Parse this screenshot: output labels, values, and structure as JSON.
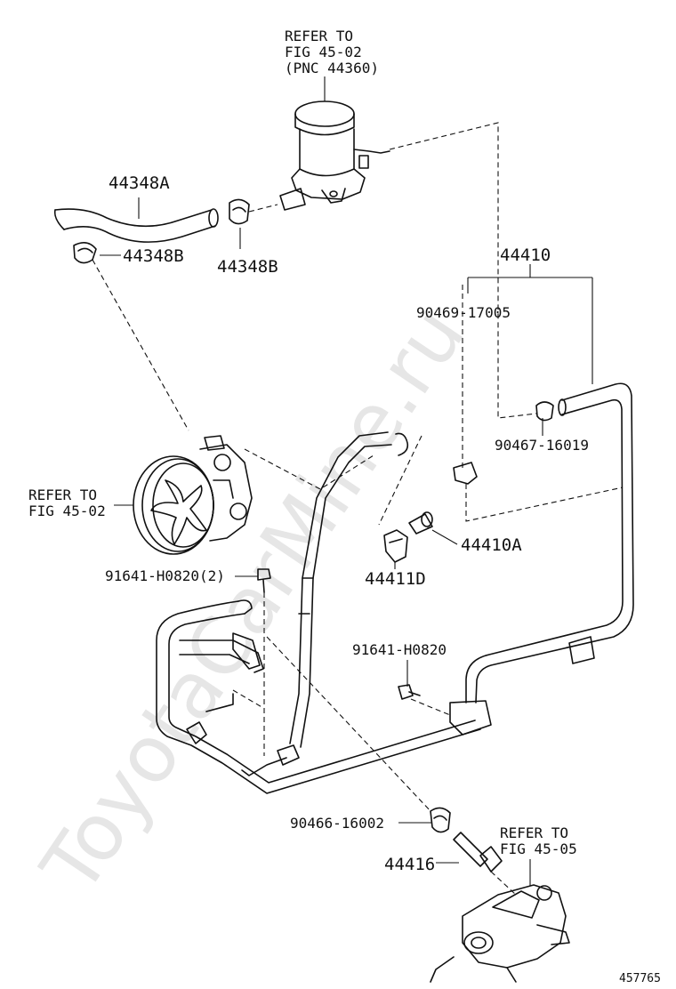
{
  "watermark": "ToyotaCarMine.ru",
  "figure_number": "457765",
  "labels": {
    "refer_reservoir": [
      "REFER TO",
      "FIG 45-02",
      "(PNC 44360)"
    ],
    "hose_44348A": "44348A",
    "clamp_44348B_left": "44348B",
    "clamp_44348B_right": "44348B",
    "hose_assy_44410": "44410",
    "part_90469_17005": "90469-17005",
    "clamp_90467_16019": "90467-16019",
    "refer_pump": [
      "REFER TO",
      "FIG 45-02"
    ],
    "bolt_44410A": "44410A",
    "clamp_44411D": "44411D",
    "bolt_91641_H0820_2": "91641-H0820(2)",
    "bolt_91641_H0820": "91641-H0820",
    "clip_90466_16002": "90466-16002",
    "tube_44416": "44416",
    "refer_gear": [
      "REFER TO",
      "FIG 45-05"
    ]
  }
}
